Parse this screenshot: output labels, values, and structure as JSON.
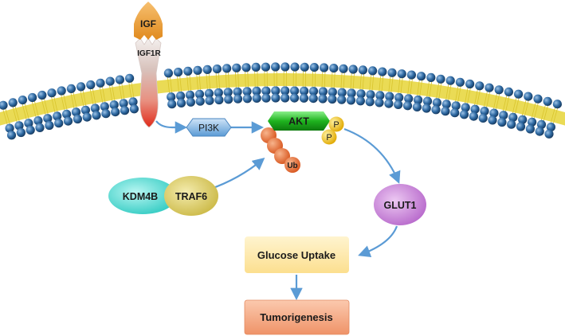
{
  "diagram": {
    "nodes": {
      "igf": "IGF",
      "igf1r": "IGF1R",
      "pi3k": "PI3K",
      "akt": "AKT",
      "p1": "P",
      "p2": "P",
      "ub": "Ub",
      "kdm4b": "KDM4B",
      "traf6": "TRAF6",
      "glut1": "GLUT1",
      "glucose_uptake": "Glucose Uptake",
      "tumorigenesis": "Tumorigenesis"
    },
    "colors": {
      "membrane_head": "#2f5f8f",
      "membrane_tail": "#e8d84a",
      "igf": "#e8962a",
      "akt": "#2fbf2f",
      "phospho": "#f2c80a",
      "pi3k": "#5b9bd5",
      "ubiquitin": "#e8703a",
      "kdm4b": "#3fd6cf",
      "traf6": "#d8c85a",
      "glut1": "#c97ed6",
      "glucose_box": "#fde7a6",
      "tumor_box": "#f5a882",
      "arrow": "#5b9bd5"
    }
  }
}
